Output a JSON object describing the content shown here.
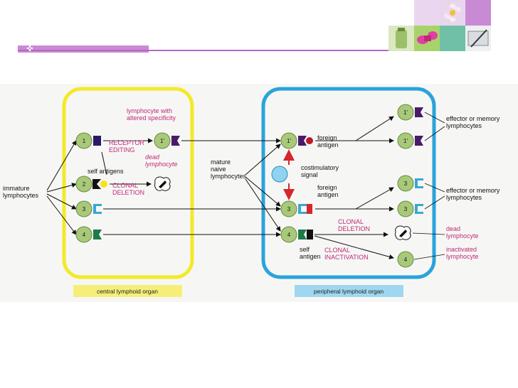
{
  "colors": {
    "accent_purple": "#b866c8",
    "yellow_box": "#f2ea2a",
    "blue_box": "#2aa3dc",
    "cell_fill": "#a9c97a",
    "arrow_red": "#d6262a",
    "text_magenta": "#c0287a"
  },
  "header": {
    "decor_icons": [
      "flower-icon",
      "ribbon-icon",
      "pen-icon"
    ]
  },
  "diagram": {
    "left_text": "immature\nlymphocytes",
    "lymphocyte_altered": "lymphocyte with\naltered specificity",
    "receptor_editing": "RECEPTOR\nEDITING",
    "dead_lymphocyte_central": "dead\nlymphocyte",
    "self_antigens": "self antigens",
    "clonal_deletion_central": "CLONAL\nDELETION",
    "mature_naive": "mature\nnaive\nlymphocytes",
    "costimulatory_signal": "costimulatory\nsignal",
    "foreign_antigen_1": "foreign\nantigen",
    "foreign_antigen_2": "foreign\nantigen",
    "self_antigen": "self\nantigen",
    "clonal_deletion_peripheral": "CLONAL\nDELETION",
    "clonal_inactivation": "CLONAL\nINACTIVATION",
    "effector_memory_1": "effector or memory\nlymphocytes",
    "effector_memory_2": "effector or memory\nlymphocytes",
    "dead_lymphocyte_peripheral": "dead\nlymphocyte",
    "inactivated_lymphocyte": "inactivated\nlymphocyte",
    "cells": {
      "c1": "1",
      "c2": "2",
      "c3": "3",
      "c4": "4",
      "c1p_central": "1'",
      "p1p": "1'",
      "p3": "3",
      "p4": "4",
      "r1a": "1'",
      "r1b": "1'",
      "r3a": "3",
      "r3b": "3",
      "r4": "4"
    },
    "central_label": "central lymphoid organ",
    "peripheral_label": "peripheral lymphoid organ"
  }
}
